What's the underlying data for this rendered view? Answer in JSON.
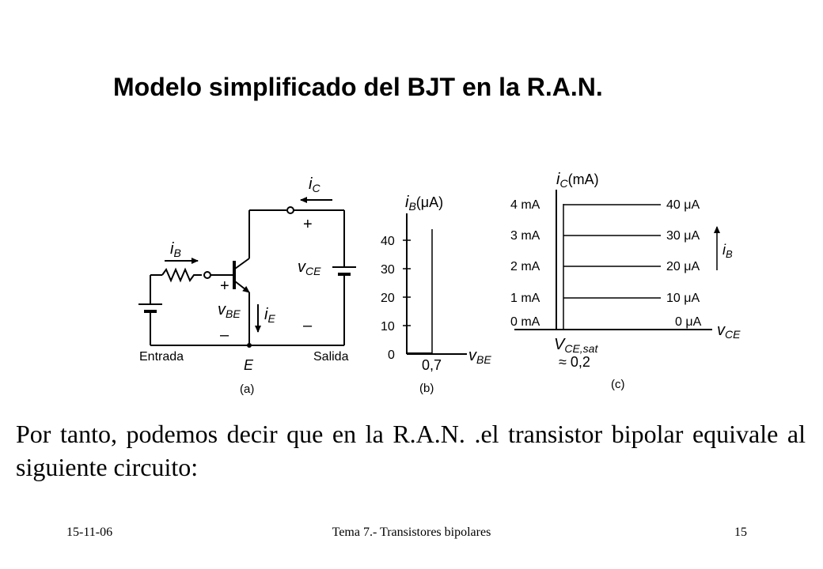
{
  "slide": {
    "title": "Modelo simplificado del BJT en la R.A.N.",
    "body": "Por tanto, podemos decir que en la R.A.N. .el transistor bipolar equivale al siguiente circuito:"
  },
  "figure": {
    "a": {
      "caption": "(a)",
      "ib": "i",
      "ib_sub": "B",
      "ic": "i",
      "ic_sub": "C",
      "ie": "i",
      "ie_sub": "E",
      "vbe": "v",
      "vbe_sub": "BE",
      "vce": "v",
      "vce_sub": "CE",
      "plus_be": "+",
      "minus_be": "–",
      "plus_ce": "+",
      "minus_ce": "–",
      "input_label": "Entrada",
      "output_label": "Salida",
      "emitter_label": "E"
    },
    "b": {
      "caption": "(b)",
      "y_label": "i",
      "y_sub": "B",
      "y_unit": "(μA)",
      "x_label": "v",
      "x_sub": "BE",
      "y_ticks": [
        "40",
        "30",
        "20",
        "10",
        "0"
      ],
      "threshold_label": "0,7"
    },
    "c": {
      "caption": "(c)",
      "y_label": "i",
      "y_sub": "C",
      "y_unit": "(mA)",
      "x_label": "v",
      "x_sub": "CE",
      "ic_levels": [
        "4 mA",
        "3 mA",
        "2 mA",
        "1 mA",
        "0 mA"
      ],
      "ib_levels": [
        "40 μA",
        "30 μA",
        "20 μA",
        "10 μA",
        "0 μA"
      ],
      "ib_arrow": "i",
      "ib_arrow_sub": "B",
      "vcesat": "V",
      "vcesat_sub": "CE,sat",
      "vcesat_value": "≈ 0,2"
    }
  },
  "footer": {
    "date": "15-11-06",
    "topic": "Tema 7.- Transistores bipolares",
    "page": "15"
  }
}
